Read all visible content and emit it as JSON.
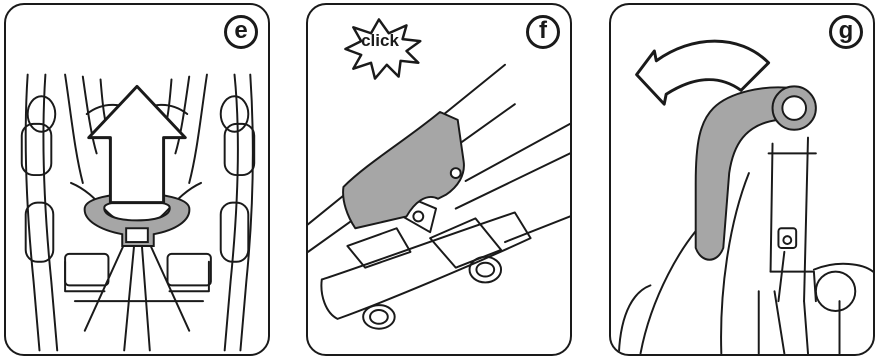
{
  "panels": [
    {
      "step": "e"
    },
    {
      "step": "f",
      "sound_label": "click"
    },
    {
      "step": "g"
    }
  ],
  "colors": {
    "outline": "#1a1a1a",
    "highlight_gray": "#a6a6a6",
    "background": "#ffffff"
  },
  "icons": [
    "up-arrow-icon",
    "click-burst-icon",
    "curved-arrow-icon"
  ]
}
